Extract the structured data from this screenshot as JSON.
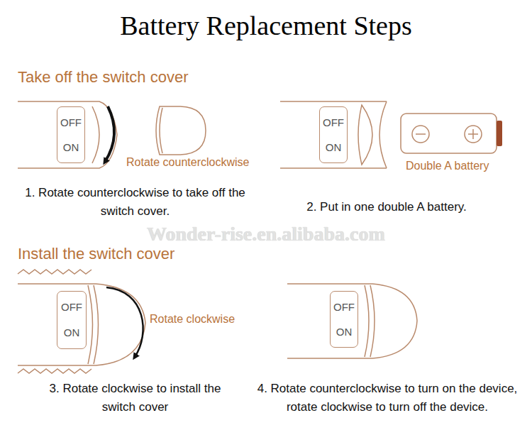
{
  "diagram": {
    "title": "Battery Replacement Steps",
    "nodes": [
      {
        "text": [
          "OFF",
          "ON"
        ]
      },
      {
        "text": [
          "OFF",
          "ON"
        ]
      },
      {
        "text": [
          "OFF",
          "ON"
        ]
      },
      {
        "text": [
          "OFF",
          "ON"
        ]
      }
    ],
    "labels": [
      "Take off the switch cover",
      "Rotate counterclockwise",
      "Double A battery",
      "1. Rotate counterclockwise to take off the switch cover.",
      "2. Put in one double A battery.",
      "Wonder-rise.en.alibaba.com",
      "Install the switch cover",
      "Rotate clockwise",
      "3. Rotate clockwise to install the switch cover",
      "4. Rotate counterclockwise to turn on the device, rotate clockwise to turn off the device."
    ]
  }
}
